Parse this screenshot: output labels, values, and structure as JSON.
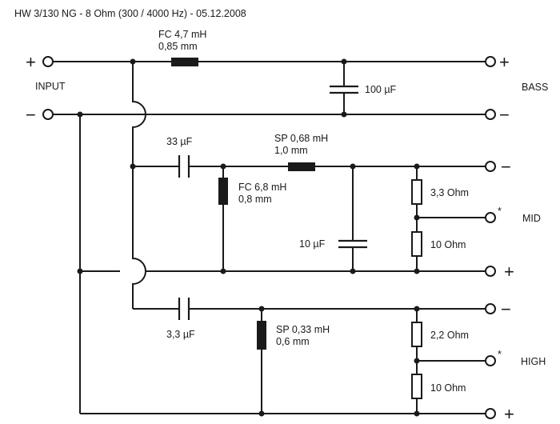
{
  "title": "HW 3/130 NG - 8 Ohm  (300 / 4000 Hz)   - 05.12.2008",
  "signs": {
    "plus": "+",
    "minus": "−",
    "star": "*"
  },
  "labels": {
    "input": "INPUT",
    "bass": "BASS",
    "mid": "MID",
    "high": "HIGH"
  },
  "components": {
    "l1_name": "FC 4,7 mH",
    "l1_wire": "0,85 mm",
    "c1": "100 µF",
    "c2": "33 µF",
    "l2_name": "SP 0,68 mH",
    "l2_wire": "1,0 mm",
    "l3_name": "FC 6,8 mH",
    "l3_wire": "0,8 mm",
    "c3": "10 µF",
    "r1": "3,3 Ohm",
    "r2": "10 Ohm",
    "c4": "3,3 µF",
    "l4_name": "SP 0,33 mH",
    "l4_wire": "0,6 mm",
    "r3": "2,2 Ohm",
    "r4": "10 Ohm"
  }
}
